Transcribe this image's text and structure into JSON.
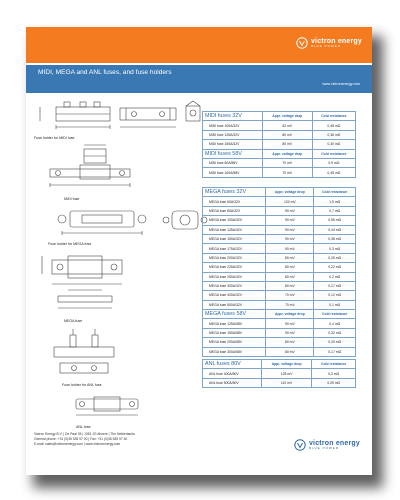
{
  "brand": {
    "name": "victron energy",
    "tagline": "BLUE POWER",
    "website": "www.victronenergy.com"
  },
  "page_title": "MIDI, MEGA and ANL fuses, and fuse holders",
  "captions": {
    "midi_holder": "Fuse holder for MIDI fuse",
    "midi_fuse": "MIDI fuse",
    "mega_holder": "Fuse holder for MEGA fuse",
    "mega_fuse": "MEGA fuse",
    "anl_holder": "Fuse holder for ANL fuse",
    "anl_fuse": "ANL fuse"
  },
  "columns": {
    "voltage_drop": "Appr. voltage drop",
    "resistance": "Cold resistance"
  },
  "tables": {
    "midi32": {
      "title": "MIDI fuses 32V",
      "rows": [
        {
          "name": "MIDI fuse 100A/32V",
          "drop": "62 mV",
          "res": "0,45 mΩ"
        },
        {
          "name": "MIDI fuse 125A/32V",
          "drop": "80 mV",
          "res": "0,36 mΩ"
        },
        {
          "name": "MIDI fuse 150A/32V",
          "drop": "80 mV",
          "res": "0,30 mΩ"
        }
      ]
    },
    "midi58": {
      "title": "MIDI fuses 58V",
      "rows": [
        {
          "name": "MIDI fuse 60A/58V",
          "drop": "70 mV",
          "res": "0,9 mΩ"
        },
        {
          "name": "MIDI fuse 100A/58V",
          "drop": "70 mV",
          "res": "0,45 mΩ"
        }
      ]
    },
    "mega32": {
      "title": "MEGA fuses 32V",
      "rows": [
        {
          "name": "MEGA fuse 60A/32V",
          "drop": "120 mV",
          "res": "1,5 mΩ"
        },
        {
          "name": "MEGA fuse 80A/32V",
          "drop": "90 mV",
          "res": "0,7 mΩ"
        },
        {
          "name": "MEGA fuse 100A/32V",
          "drop": "90 mV",
          "res": "0,55 mΩ"
        },
        {
          "name": "MEGA fuse 125A/32V",
          "drop": "90 mV",
          "res": "0,44 mΩ"
        },
        {
          "name": "MEGA fuse 150A/32V",
          "drop": "90 mV",
          "res": "0,36 mΩ"
        },
        {
          "name": "MEGA fuse 175A/32V",
          "drop": "90 mV",
          "res": "0,3 mΩ"
        },
        {
          "name": "MEGA fuse 200A/32V",
          "drop": "80 mV",
          "res": "0,25 mΩ"
        },
        {
          "name": "MEGA fuse 225A/32V",
          "drop": "80 mV",
          "res": "0,22 mΩ"
        },
        {
          "name": "MEGA fuse 250A/32V",
          "drop": "80 mV",
          "res": "0,2 mΩ"
        },
        {
          "name": "MEGA fuse 300A/32V",
          "drop": "80 mV",
          "res": "0,17 mΩ"
        },
        {
          "name": "MEGA fuse 400A/32V",
          "drop": "70 mV",
          "res": "0,12 mΩ"
        },
        {
          "name": "MEGA fuse 500A/32V",
          "drop": "70 mV",
          "res": "0,1 mΩ"
        }
      ]
    },
    "mega58": {
      "title": "MEGA fuses 58V",
      "rows": [
        {
          "name": "MEGA fuse 125A/58V",
          "drop": "90 mV",
          "res": "0,4 mΩ"
        },
        {
          "name": "MEGA fuse 150A/58V",
          "drop": "90 mV",
          "res": "0,32 mΩ"
        },
        {
          "name": "MEGA fuse 200A/58V",
          "drop": "80 mV",
          "res": "0,25 mΩ"
        },
        {
          "name": "MEGA fuse 300A/58V",
          "drop": "80 mV",
          "res": "0,17 mΩ"
        }
      ]
    },
    "anl80": {
      "title": "ANL fuses 80V",
      "rows": [
        {
          "name": "ANL fuse 400A/80V",
          "drop": "125 mV",
          "res": "0,3 mΩ"
        },
        {
          "name": "ANL fuse 500A/80V",
          "drop": "110 mV",
          "res": "0,25 mΩ"
        }
      ]
    }
  },
  "footer": {
    "line1": "Victron Energy B.V. | De Paal 35 | 1351 JG Almere | The Netherlands",
    "line2": "General phone: +31 (0)36 535 97 00 | Fax: +31 (0)36 535 97 40",
    "line3": "E-mail: sales@victronenergy.com | www.victronenergy.com"
  },
  "colors": {
    "orange": "#f47b20",
    "blue": "#3a78b4"
  },
  "icons": {
    "logo": "victron-logo-icon"
  }
}
